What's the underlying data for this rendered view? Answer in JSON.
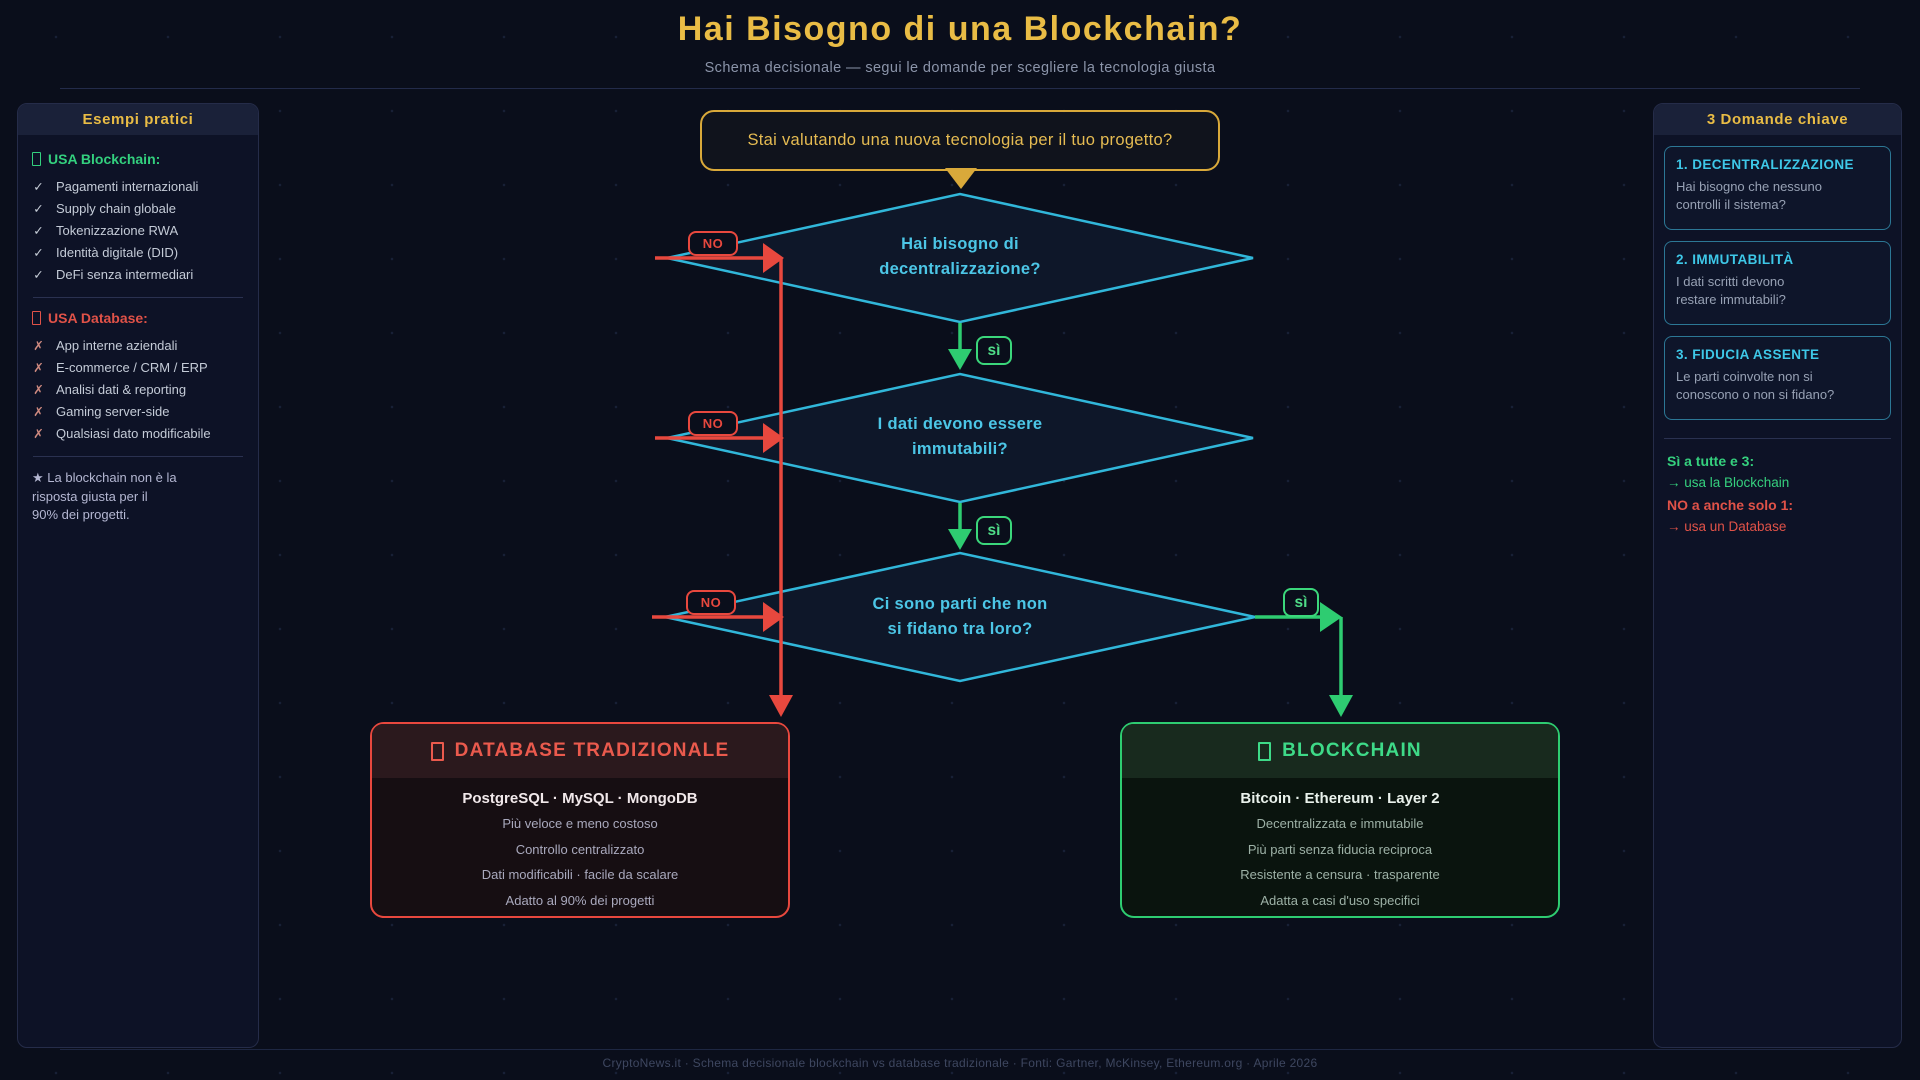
{
  "page": {
    "title": "Hai Bisogno di una Blockchain?",
    "subtitle": "Schema decisionale — segui le domande per scegliere la tecnologia giusta",
    "footer": "CryptoNews.it  ·  Schema decisionale blockchain vs database tradizionale  ·  Fonti: Gartner, McKinsey, Ethereum.org  ·  Aprile 2026"
  },
  "icons": {
    "check": "✓",
    "cross": "✗"
  },
  "left_panel": {
    "title": "Esempi pratici",
    "use_blockchain": {
      "heading": "USA Blockchain:",
      "items": [
        "Pagamenti internazionali",
        "Supply chain globale",
        "Tokenizzazione RWA",
        "Identità digitale (DID)",
        "DeFi senza intermediari"
      ]
    },
    "use_database": {
      "heading": "USA Database:",
      "items": [
        "App interne aziendali",
        "E-commerce / CRM / ERP",
        "Analisi dati & reporting",
        "Gaming server-side",
        "Qualsiasi dato modificabile"
      ]
    },
    "note_lines": [
      "★ La blockchain non è la",
      "risposta giusta per il",
      "90% dei progetti."
    ]
  },
  "flow": {
    "start_label": "Stai valutando una nuova tecnologia per il tuo progetto?",
    "no_label": "NO",
    "yes_label": "sì",
    "questions": [
      {
        "line1": "Hai bisogno di",
        "line2": "decentralizzazione?"
      },
      {
        "line1": "I dati devono essere",
        "line2": "immutabili?"
      },
      {
        "line1": "Ci sono parti che non",
        "line2": "si fidano tra loro?"
      }
    ],
    "database_box": {
      "title": "DATABASE TRADIZIONALE",
      "tech": "PostgreSQL · MySQL · MongoDB",
      "features": [
        "Più veloce e meno costoso",
        "Controllo centralizzato",
        "Dati modificabili · facile da scalare",
        "Adatto al 90% dei progetti"
      ]
    },
    "blockchain_box": {
      "title": "BLOCKCHAIN",
      "tech": "Bitcoin · Ethereum · Layer 2",
      "features": [
        "Decentralizzata e immutabile",
        "Più parti senza fiducia reciproca",
        "Resistente a censura · trasparente",
        "Adatta a casi d'uso specifici"
      ]
    }
  },
  "right_panel": {
    "title": "3 Domande chiave",
    "cards": [
      {
        "title": "1. DECENTRALIZZAZIONE",
        "line1": "Hai bisogno che nessuno",
        "line2": "controlli il sistema?"
      },
      {
        "title": "2. IMMUTABILITÀ",
        "line1": "I dati scritti devono",
        "line2": "restare immutabili?"
      },
      {
        "title": "3. FIDUCIA ASSENTE",
        "line1": "Le parti coinvolte non si",
        "line2": "conoscono o non si fidano?"
      }
    ],
    "verdict": {
      "yes_heading": "Sì a tutte e 3:",
      "yes_result": "→ usa la Blockchain",
      "no_heading": "NO a anche solo 1:",
      "no_result": "→ usa un Database"
    }
  },
  "colors": {
    "gold": "#e9bc45",
    "cyan": "#31b7da",
    "green": "#2ecc71",
    "red": "#e8483e",
    "background": "#0a0e1b"
  }
}
